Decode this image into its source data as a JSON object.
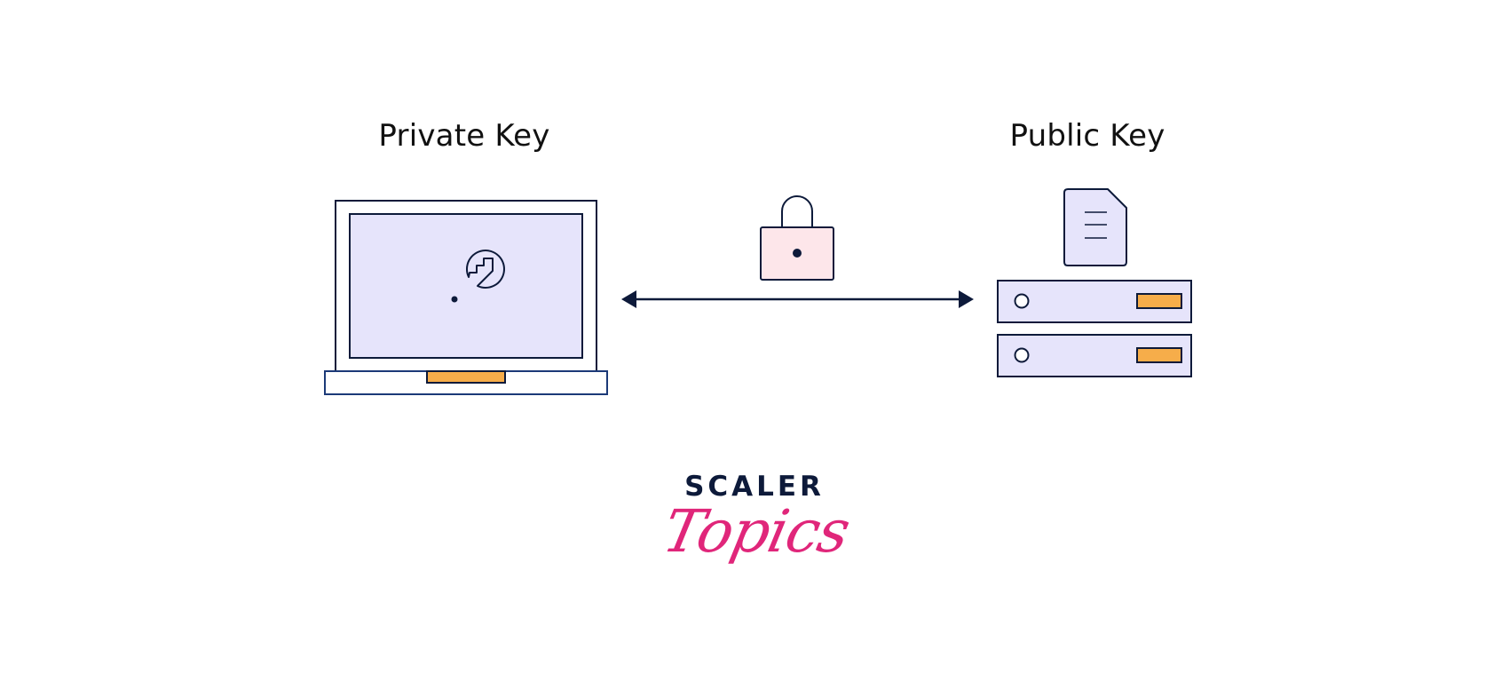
{
  "diagram": {
    "left_label": "Private Key",
    "right_label": "Public Key"
  },
  "brand": {
    "top_word": "SCALER",
    "script_word": "Topics"
  },
  "colors": {
    "outline": "#0d1a3a",
    "screen_fill": "#e6e4fb",
    "accent_orange": "#f6ad4a",
    "lock_fill": "#fde6ea",
    "brand_pink": "#e0267a",
    "text": "#111111"
  },
  "icons": {
    "laptop": "laptop-icon",
    "key": "key-icon",
    "lock": "padlock-icon",
    "document": "document-icon",
    "server": "server-icon",
    "arrow": "double-headed-arrow"
  }
}
